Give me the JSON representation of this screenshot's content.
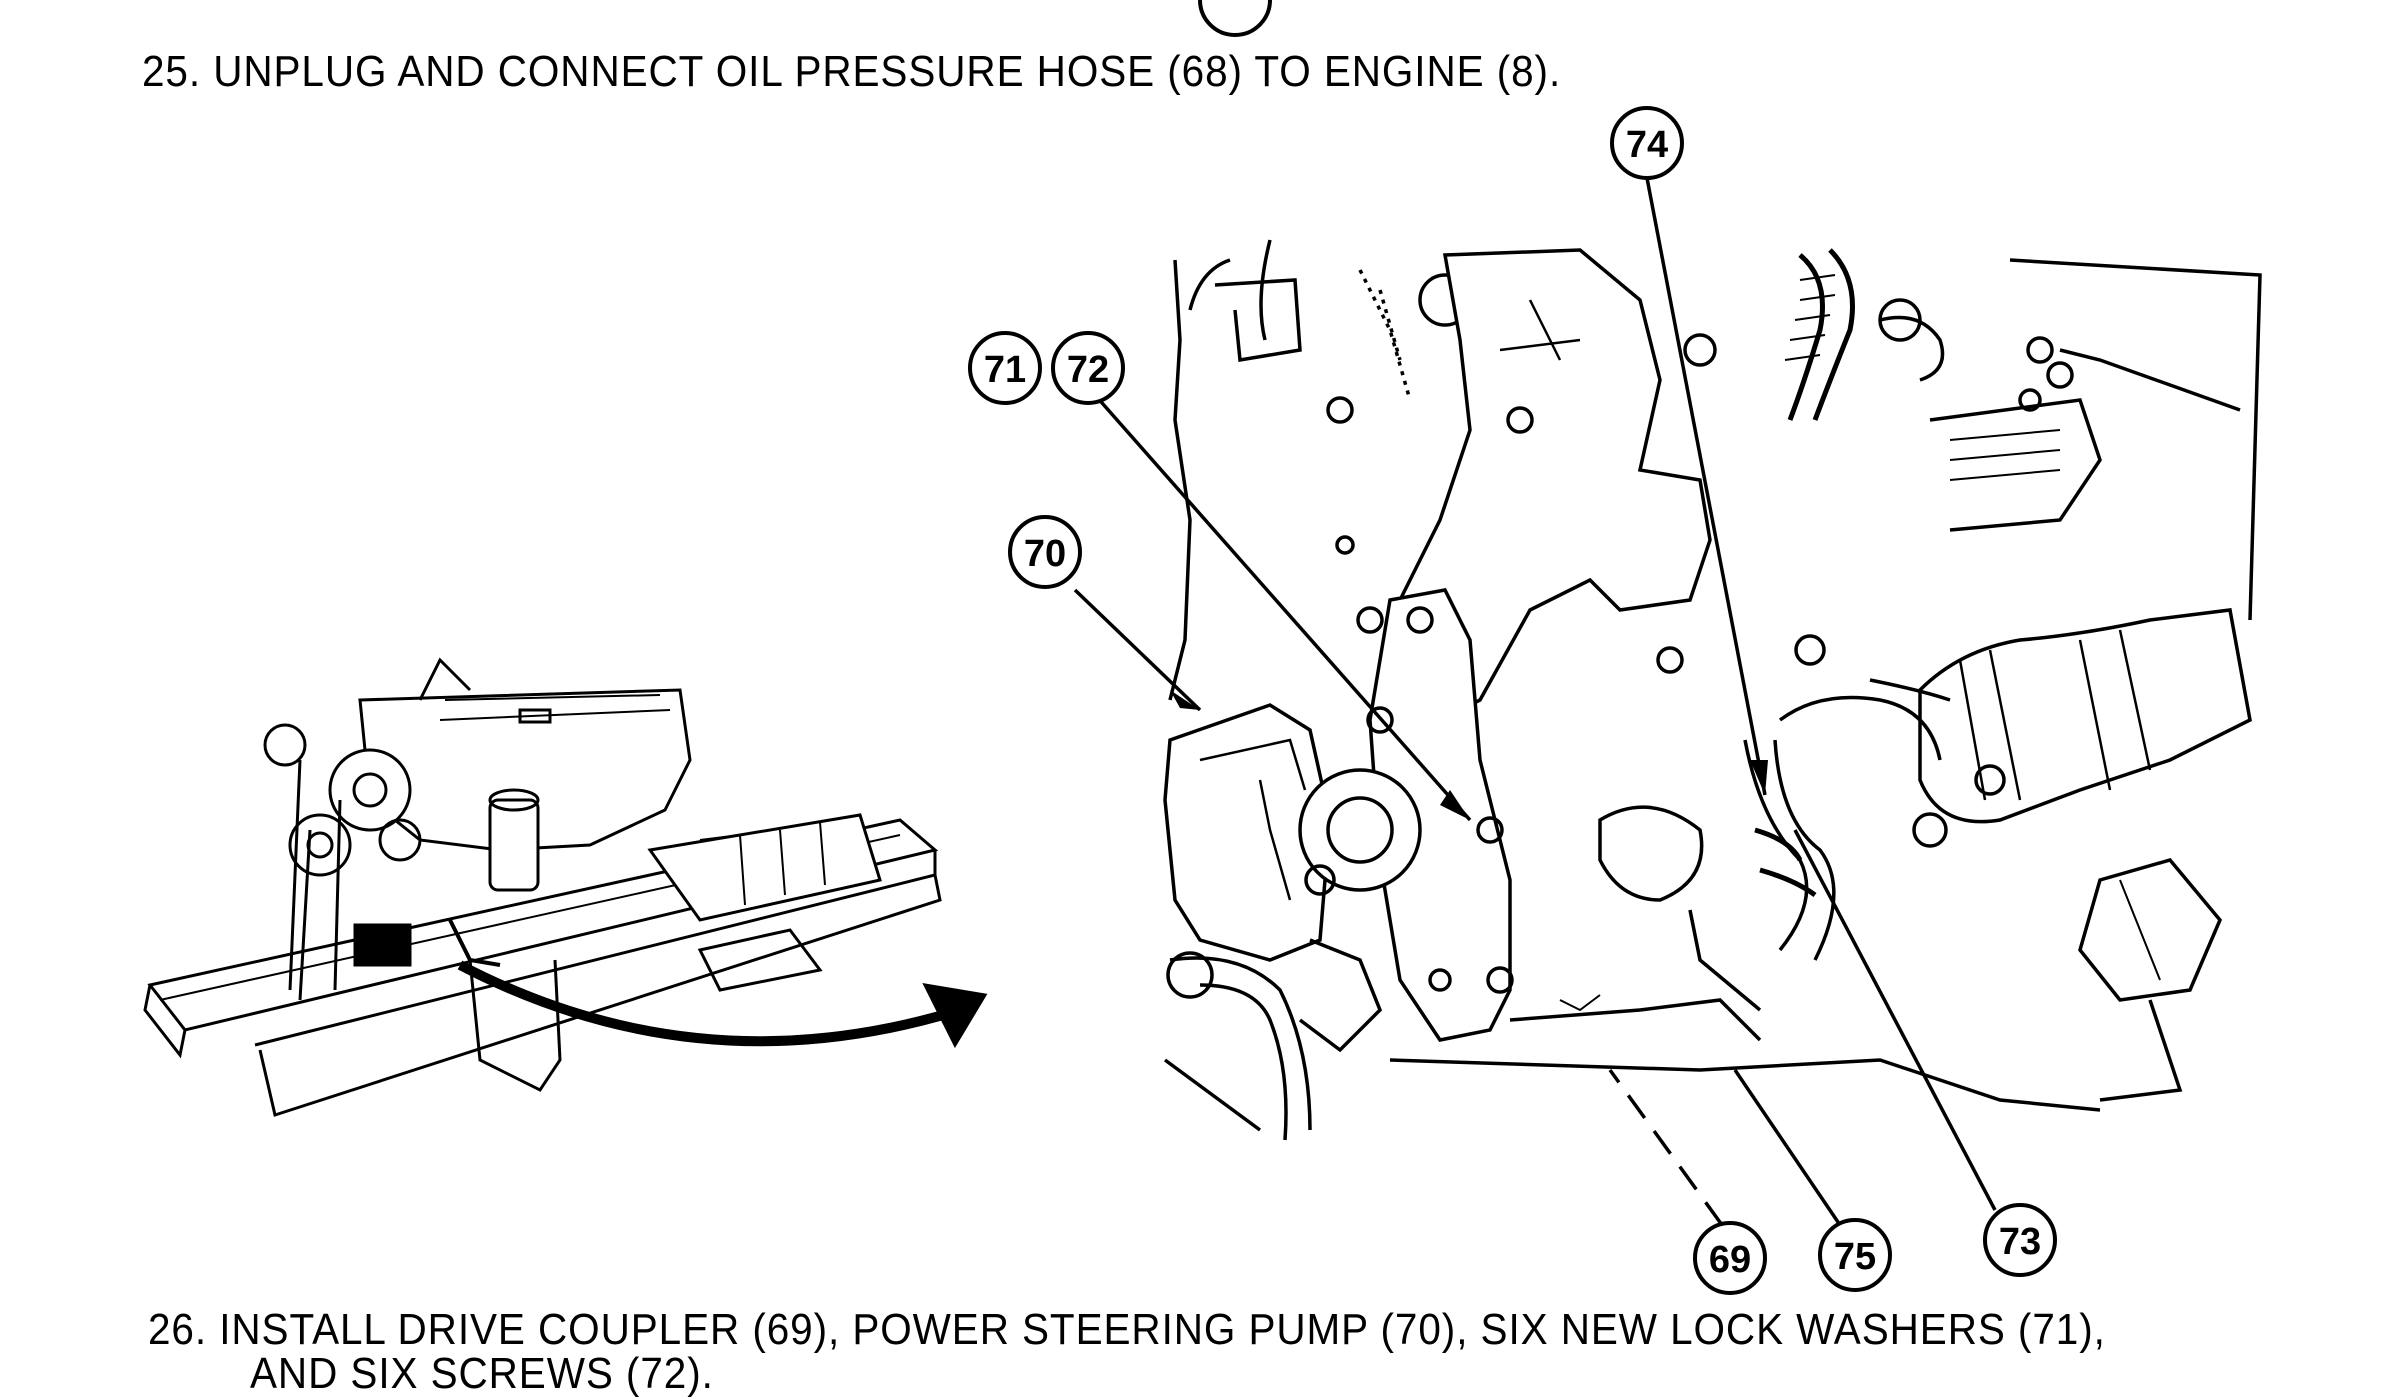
{
  "steps": [
    {
      "text": "25. UNPLUG AND CONNECT OIL PRESSURE HOSE (68) TO ENGINE (8)."
    },
    {
      "line1": "26. INSTALL DRIVE COUPLER (69), POWER STEERING PUMP (70), SIX NEW LOCK WASHERS (71),",
      "line2": "AND SIX SCREWS (72)."
    }
  ],
  "callouts": {
    "c71": "71",
    "c72": "72",
    "c70": "70",
    "c74": "74",
    "c69": "69",
    "c75": "75",
    "c73": "73"
  }
}
